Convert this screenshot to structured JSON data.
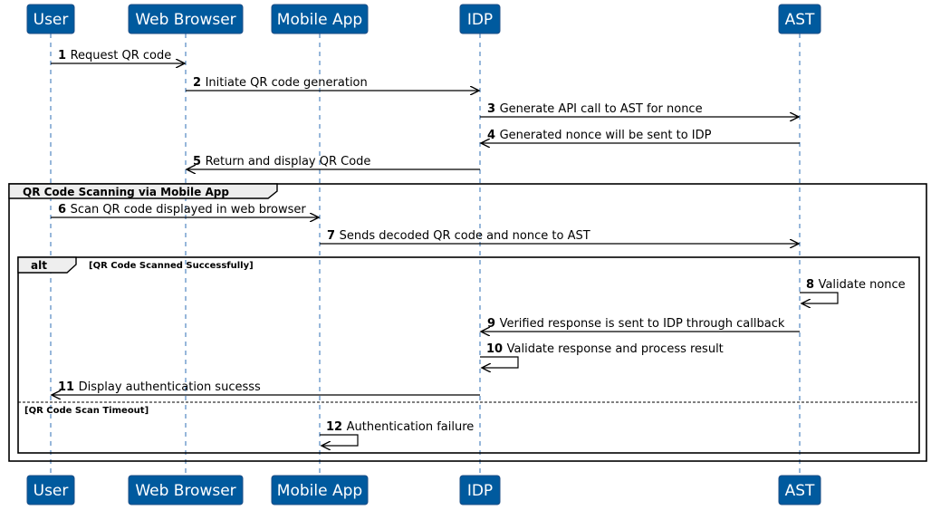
{
  "participants": [
    {
      "id": "user",
      "label": "User"
    },
    {
      "id": "browser",
      "label": "Web Browser"
    },
    {
      "id": "mobile",
      "label": "Mobile App"
    },
    {
      "id": "idp",
      "label": "IDP"
    },
    {
      "id": "ast",
      "label": "AST"
    }
  ],
  "messages": [
    {
      "num": "1",
      "text": "Request QR code",
      "from": "user",
      "to": "browser"
    },
    {
      "num": "2",
      "text": "Initiate QR code generation",
      "from": "browser",
      "to": "idp"
    },
    {
      "num": "3",
      "text": "Generate API call to AST for nonce",
      "from": "idp",
      "to": "ast"
    },
    {
      "num": "4",
      "text": "Generated nonce will be sent to IDP",
      "from": "ast",
      "to": "idp"
    },
    {
      "num": "5",
      "text": "Return and display QR Code",
      "from": "idp",
      "to": "browser"
    },
    {
      "num": "6",
      "text": "Scan QR code displayed in web browser",
      "from": "user",
      "to": "mobile"
    },
    {
      "num": "7",
      "text": "Sends decoded QR code and nonce to AST",
      "from": "mobile",
      "to": "ast"
    },
    {
      "num": "8",
      "text": "Validate nonce",
      "from": "ast",
      "to": "ast"
    },
    {
      "num": "9",
      "text": "Verified response is sent to IDP through callback",
      "from": "ast",
      "to": "idp"
    },
    {
      "num": "10",
      "text": "Validate response and process result",
      "from": "idp",
      "to": "idp"
    },
    {
      "num": "11",
      "text": "Display authentication sucesss",
      "from": "idp",
      "to": "user"
    },
    {
      "num": "12",
      "text": "Authentication failure",
      "from": "mobile",
      "to": "mobile"
    }
  ],
  "group": {
    "label": "QR Code Scanning  via Mobile App"
  },
  "alt": {
    "label": "alt",
    "guard1": "[QR Code Scanned Successfully]",
    "guard2": "[QR Code Scan Timeout]"
  }
}
